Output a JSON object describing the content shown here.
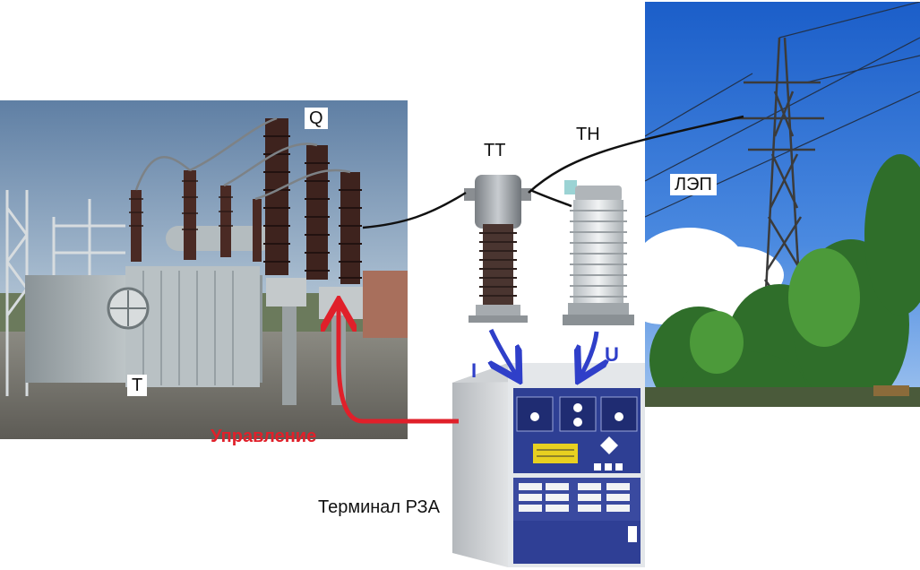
{
  "labels": {
    "breaker": "Q",
    "current_transformer": "ТТ",
    "voltage_transformer": "ТН",
    "power_line": "ЛЭП",
    "transformer": "Т",
    "current_signal": "I",
    "voltage_signal": "U",
    "control": "Управление",
    "relay_terminal": "Терминал РЗА"
  },
  "colors": {
    "signal_arrow": "#2f3fc9",
    "control_arrow": "#e0202a",
    "wire": "#111111"
  },
  "icons": [
    "substation-photo",
    "current-transformer",
    "voltage-transformer",
    "power-line-tower",
    "relay-terminal"
  ]
}
